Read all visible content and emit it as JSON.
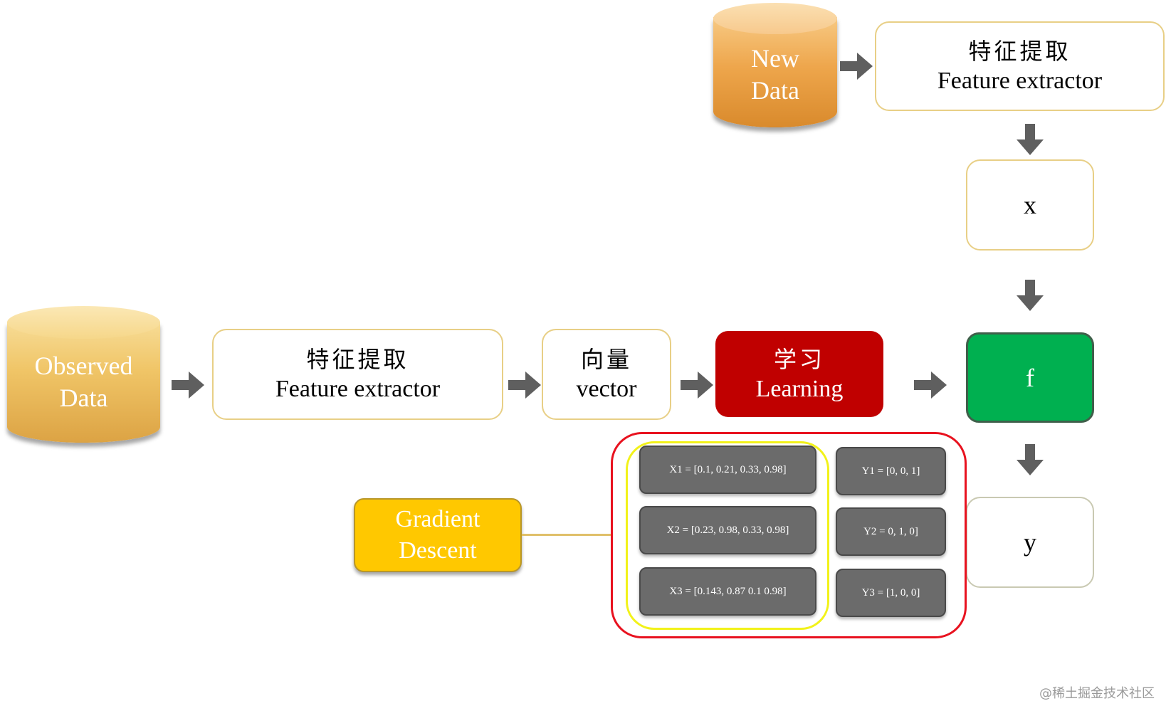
{
  "new_data": {
    "line1": "New",
    "line2": "Data"
  },
  "observed_data": {
    "line1": "Observed",
    "line2": "Data"
  },
  "top_extractor": {
    "zh": "特征提取",
    "en": "Feature extractor"
  },
  "mid_extractor": {
    "zh": "特征提取",
    "en": "Feature extractor"
  },
  "x_box": {
    "label": "x"
  },
  "vector_box": {
    "zh": "向量",
    "en": "vector"
  },
  "learning_box": {
    "zh": "学习",
    "en": "Learning"
  },
  "f_box": {
    "label": "f"
  },
  "y_box": {
    "label": "y"
  },
  "gradient_descent": {
    "line1": "Gradient",
    "line2": "Descent"
  },
  "training_x": [
    "X1 = [0.1, 0.21, 0.33, 0.98]",
    "X2 = [0.23, 0.98, 0.33, 0.98]",
    "X3 = [0.143, 0.87 0.1 0.98]"
  ],
  "training_y": [
    "Y1 = [0, 0, 1]",
    "Y2 = 0, 1, 0]",
    "Y3 = [1, 0, 0]"
  ],
  "watermark": "@稀土掘金技术社区",
  "colors": {
    "box_border": "#e8cf86",
    "learning": "#c00000",
    "f_box": "#00b050",
    "gradient": "#ffc800",
    "arrow": "#5f5f5f",
    "training_group": "#e8121f",
    "x_group": "#f2f21a"
  }
}
